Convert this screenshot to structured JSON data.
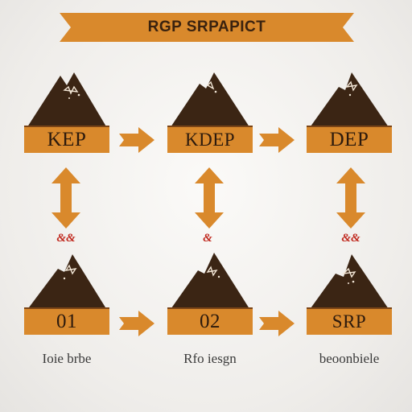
{
  "title": "RGP SRPAPICT",
  "colors": {
    "banner": "#d9892c",
    "mountain": "#3b2514",
    "box": "#d9892c",
    "arrow": "#d9892c",
    "tag": "#c0281e"
  },
  "nodes": {
    "top": [
      {
        "label": "KEP"
      },
      {
        "label": "KDEP"
      },
      {
        "label": "DEP"
      }
    ],
    "bottom": [
      {
        "label": "01"
      },
      {
        "label": "02"
      },
      {
        "label": "SRP"
      }
    ]
  },
  "tags": [
    "&&",
    "&",
    "&&"
  ],
  "captions": [
    "Ioie brbe",
    "Rfo iesgn",
    "beoonbiele"
  ],
  "icons": {
    "arrow_right": "arrow-right-icon",
    "arrow_updown": "arrow-updown-icon",
    "mountain": "mountain-icon"
  }
}
